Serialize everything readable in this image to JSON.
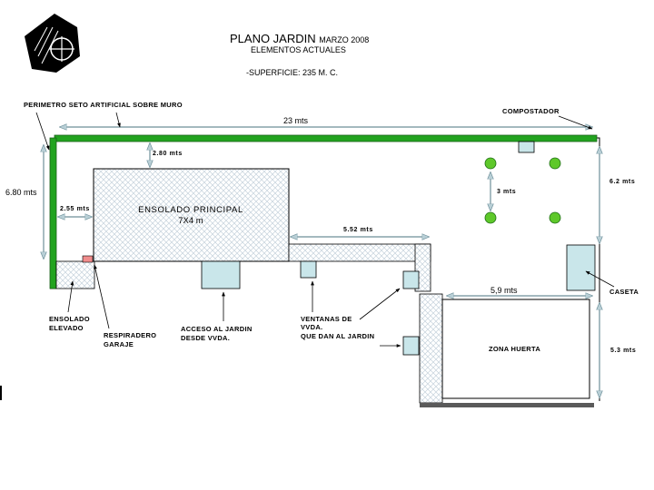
{
  "header": {
    "title": "PLANO JARDIN",
    "date": "MARZO 2008",
    "subtitle": "ELEMENTOS ACTUALES",
    "surface": "-SUPERFICIE: 235 M. C."
  },
  "labels": {
    "perimeter": "PERIMETRO SETO ARTIFICIAL SOBRE MURO",
    "compost": "COMPOSTADOR",
    "main_deck": "ENSOLADO PRINCIPAL",
    "main_deck_size": "7X4 m",
    "raised_deck": "ENSOLADO\nELEVADO",
    "vent": "RESPIRADERO\nGARAJE",
    "access": "ACCESO AL JARDIN\nDESDE VVDA.",
    "windows": "VENTANAS DE\nVVDA.\nQUE DAN AL JARDIN",
    "garden": "ZONA HUERTA",
    "shed": "CASETA"
  },
  "dimensions": {
    "width_total": "23 mts",
    "height_left": "6.80 mts",
    "gap_top": "2.80 mts",
    "gap_left": "2.55 mts",
    "gap_right": "5.52 mts",
    "trees_gap": "3 mts",
    "right_top": "6.2 mts",
    "garden_width": "5,9 mts",
    "right_bottom": "5.3 mts"
  },
  "colors": {
    "hedge": "#22a31f",
    "tree": "#5ec82a",
    "window_fill": "#c9e6ea",
    "vent": "#f08c8c",
    "hatch": "#c6d2dc",
    "wall_bottom": "#5a5a5a"
  },
  "icons": {
    "logo": "compass-rose-logo"
  }
}
